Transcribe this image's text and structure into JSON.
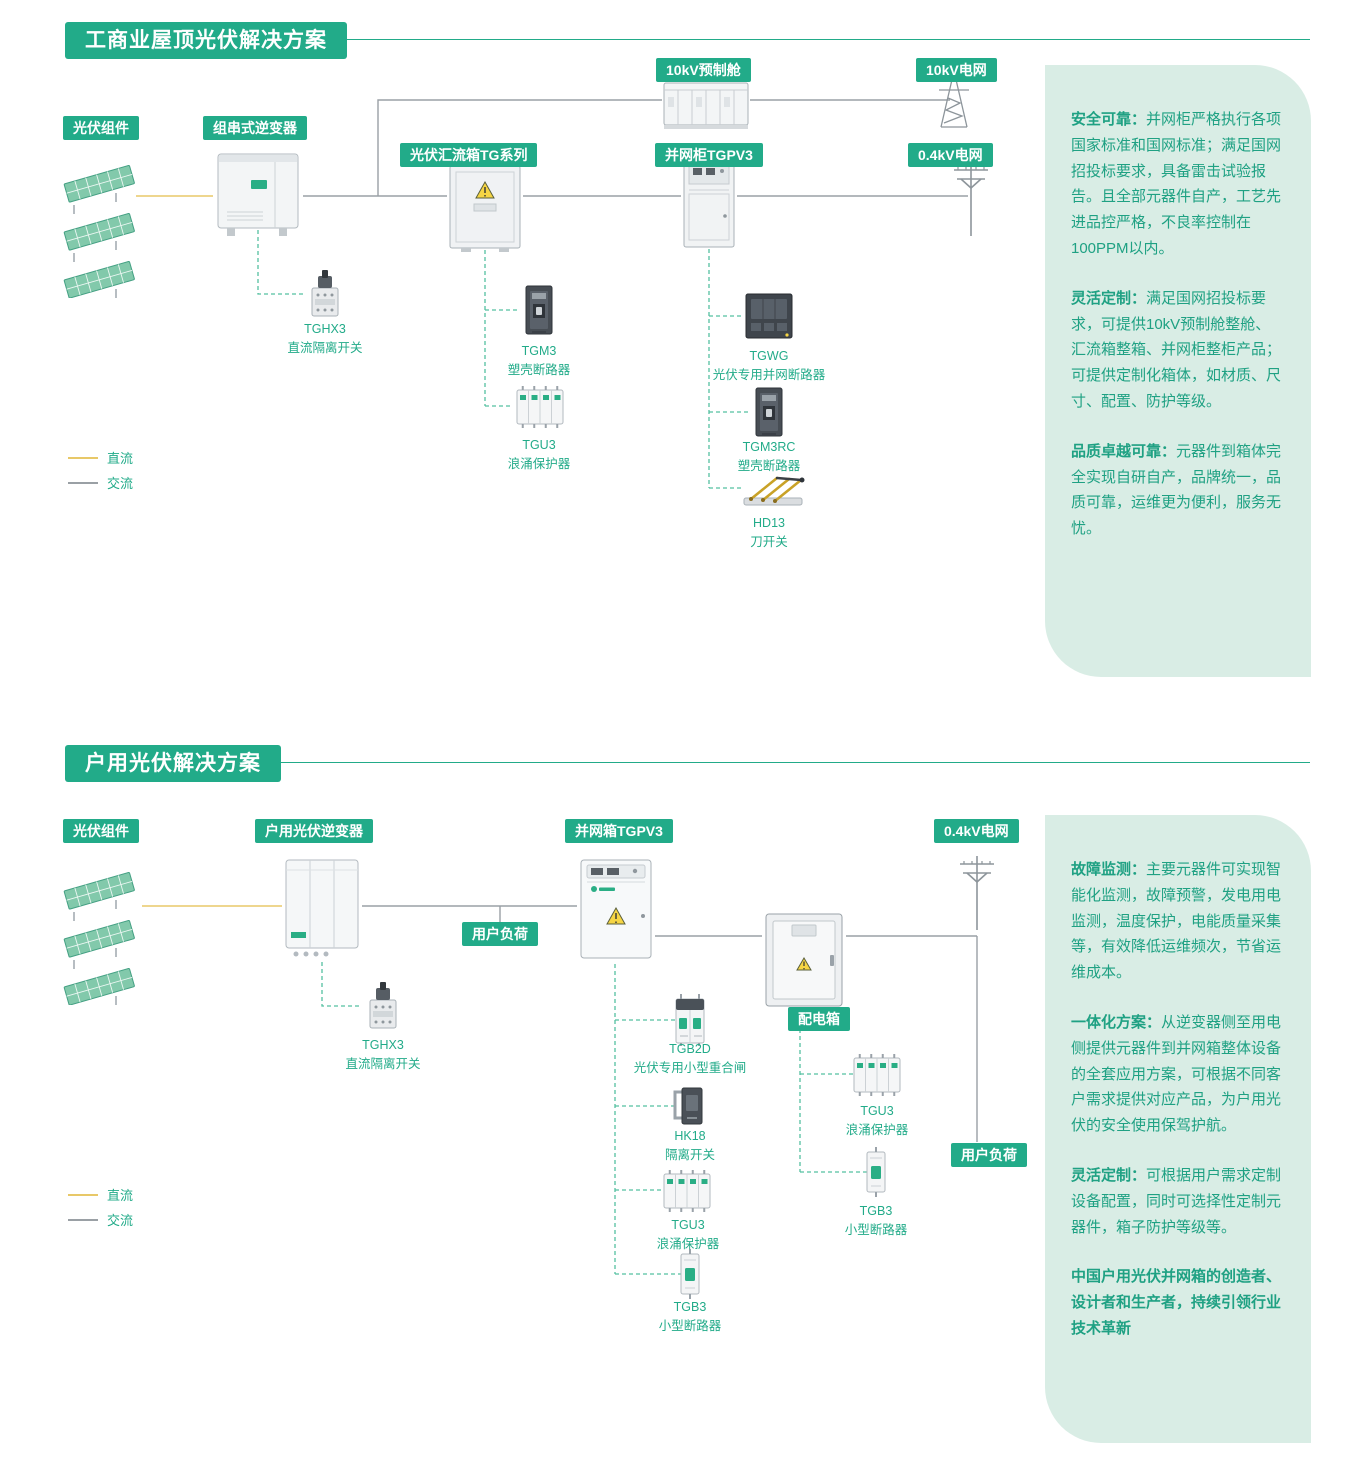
{
  "colors": {
    "accent": "#22ab89",
    "panel_bg": "#d9ede5",
    "panel_text": "#1fa183",
    "dc_line": "#e8c868",
    "ac_line": "#9aa0a5",
    "dash_line": "#54c0a0"
  },
  "s1": {
    "title": "工商业屋顶光伏解决方案",
    "badges": {
      "pv": "光伏组件",
      "inverter": "组串式逆变器",
      "combiner": "光伏汇流箱TG系列",
      "cabinet": "并网柜TGPV3",
      "cabin": "10kV预制舱",
      "grid10": "10kV电网",
      "grid04": "0.4kV电网"
    },
    "components": {
      "tghx3": {
        "name": "TGHX3",
        "desc": "直流隔离开关"
      },
      "tgm3": {
        "name": "TGM3",
        "desc": "塑壳断路器"
      },
      "tgu3": {
        "name": "TGU3",
        "desc": "浪涌保护器"
      },
      "tgwg": {
        "name": "TGWG",
        "desc": "光伏专用并网断路器"
      },
      "tgm3rc": {
        "name": "TGM3RC",
        "desc": "塑壳断路器"
      },
      "hd13": {
        "name": "HD13",
        "desc": "刀开关"
      }
    },
    "legend": {
      "dc": "直流",
      "ac": "交流"
    },
    "panel": {
      "p1": {
        "lead": "安全可靠：",
        "body": "并网柜严格执行各项国家标准和国网标准；满足国网招投标要求，具备雷击试验报告。且全部元器件自产，工艺先进品控严格，不良率控制在100PPM以内。"
      },
      "p2": {
        "lead": "灵活定制：",
        "body": "满足国网招投标要求，可提供10kV预制舱整舱、汇流箱整箱、并网柜整柜产品；可提供定制化箱体，如材质、尺寸、配置、防护等级。"
      },
      "p3": {
        "lead": "品质卓越可靠：",
        "body": "元器件到箱体完全实现自研自产，品牌统一，品质可靠，运维更为便利，服务无忧。"
      }
    }
  },
  "s2": {
    "title": "户用光伏解决方案",
    "badges": {
      "pv": "光伏组件",
      "inverter": "户用光伏逆变器",
      "gridbox": "并网箱TGPV3",
      "grid04": "0.4kV电网",
      "load1": "用户负荷",
      "distbox": "配电箱",
      "load2": "用户负荷"
    },
    "components": {
      "tghx3": {
        "name": "TGHX3",
        "desc": "直流隔离开关"
      },
      "tgb2d": {
        "name": "TGB2D",
        "desc": "光伏专用小型重合闸"
      },
      "hk18": {
        "name": "HK18",
        "desc": "隔离开关"
      },
      "tgu3_left": {
        "name": "TGU3",
        "desc": "浪涌保护器"
      },
      "tgb3_left": {
        "name": "TGB3",
        "desc": "小型断路器"
      },
      "tgu3_right": {
        "name": "TGU3",
        "desc": "浪涌保护器"
      },
      "tgb3_right": {
        "name": "TGB3",
        "desc": "小型断路器"
      }
    },
    "legend": {
      "dc": "直流",
      "ac": "交流"
    },
    "panel": {
      "p1": {
        "lead": "故障监测：",
        "body": "主要元器件可实现智能化监测，故障预警，发电用电监测，温度保护，电能质量采集等，有效降低运维频次，节省运维成本。"
      },
      "p2": {
        "lead": "一体化方案：",
        "body": "从逆变器侧至用电侧提供元器件到并网箱整体设备的全套应用方案，可根据不同客户需求提供对应产品，为户用光伏的安全使用保驾护航。"
      },
      "p3": {
        "lead": "灵活定制：",
        "body": "可根据用户需求定制设备配置，同时可选择性定制元器件，箱子防护等级等。"
      },
      "p4": {
        "lead": "中国户用光伏并网箱的创造者、设计者和生产者，持续引领行业技术革新",
        "body": ""
      }
    }
  }
}
